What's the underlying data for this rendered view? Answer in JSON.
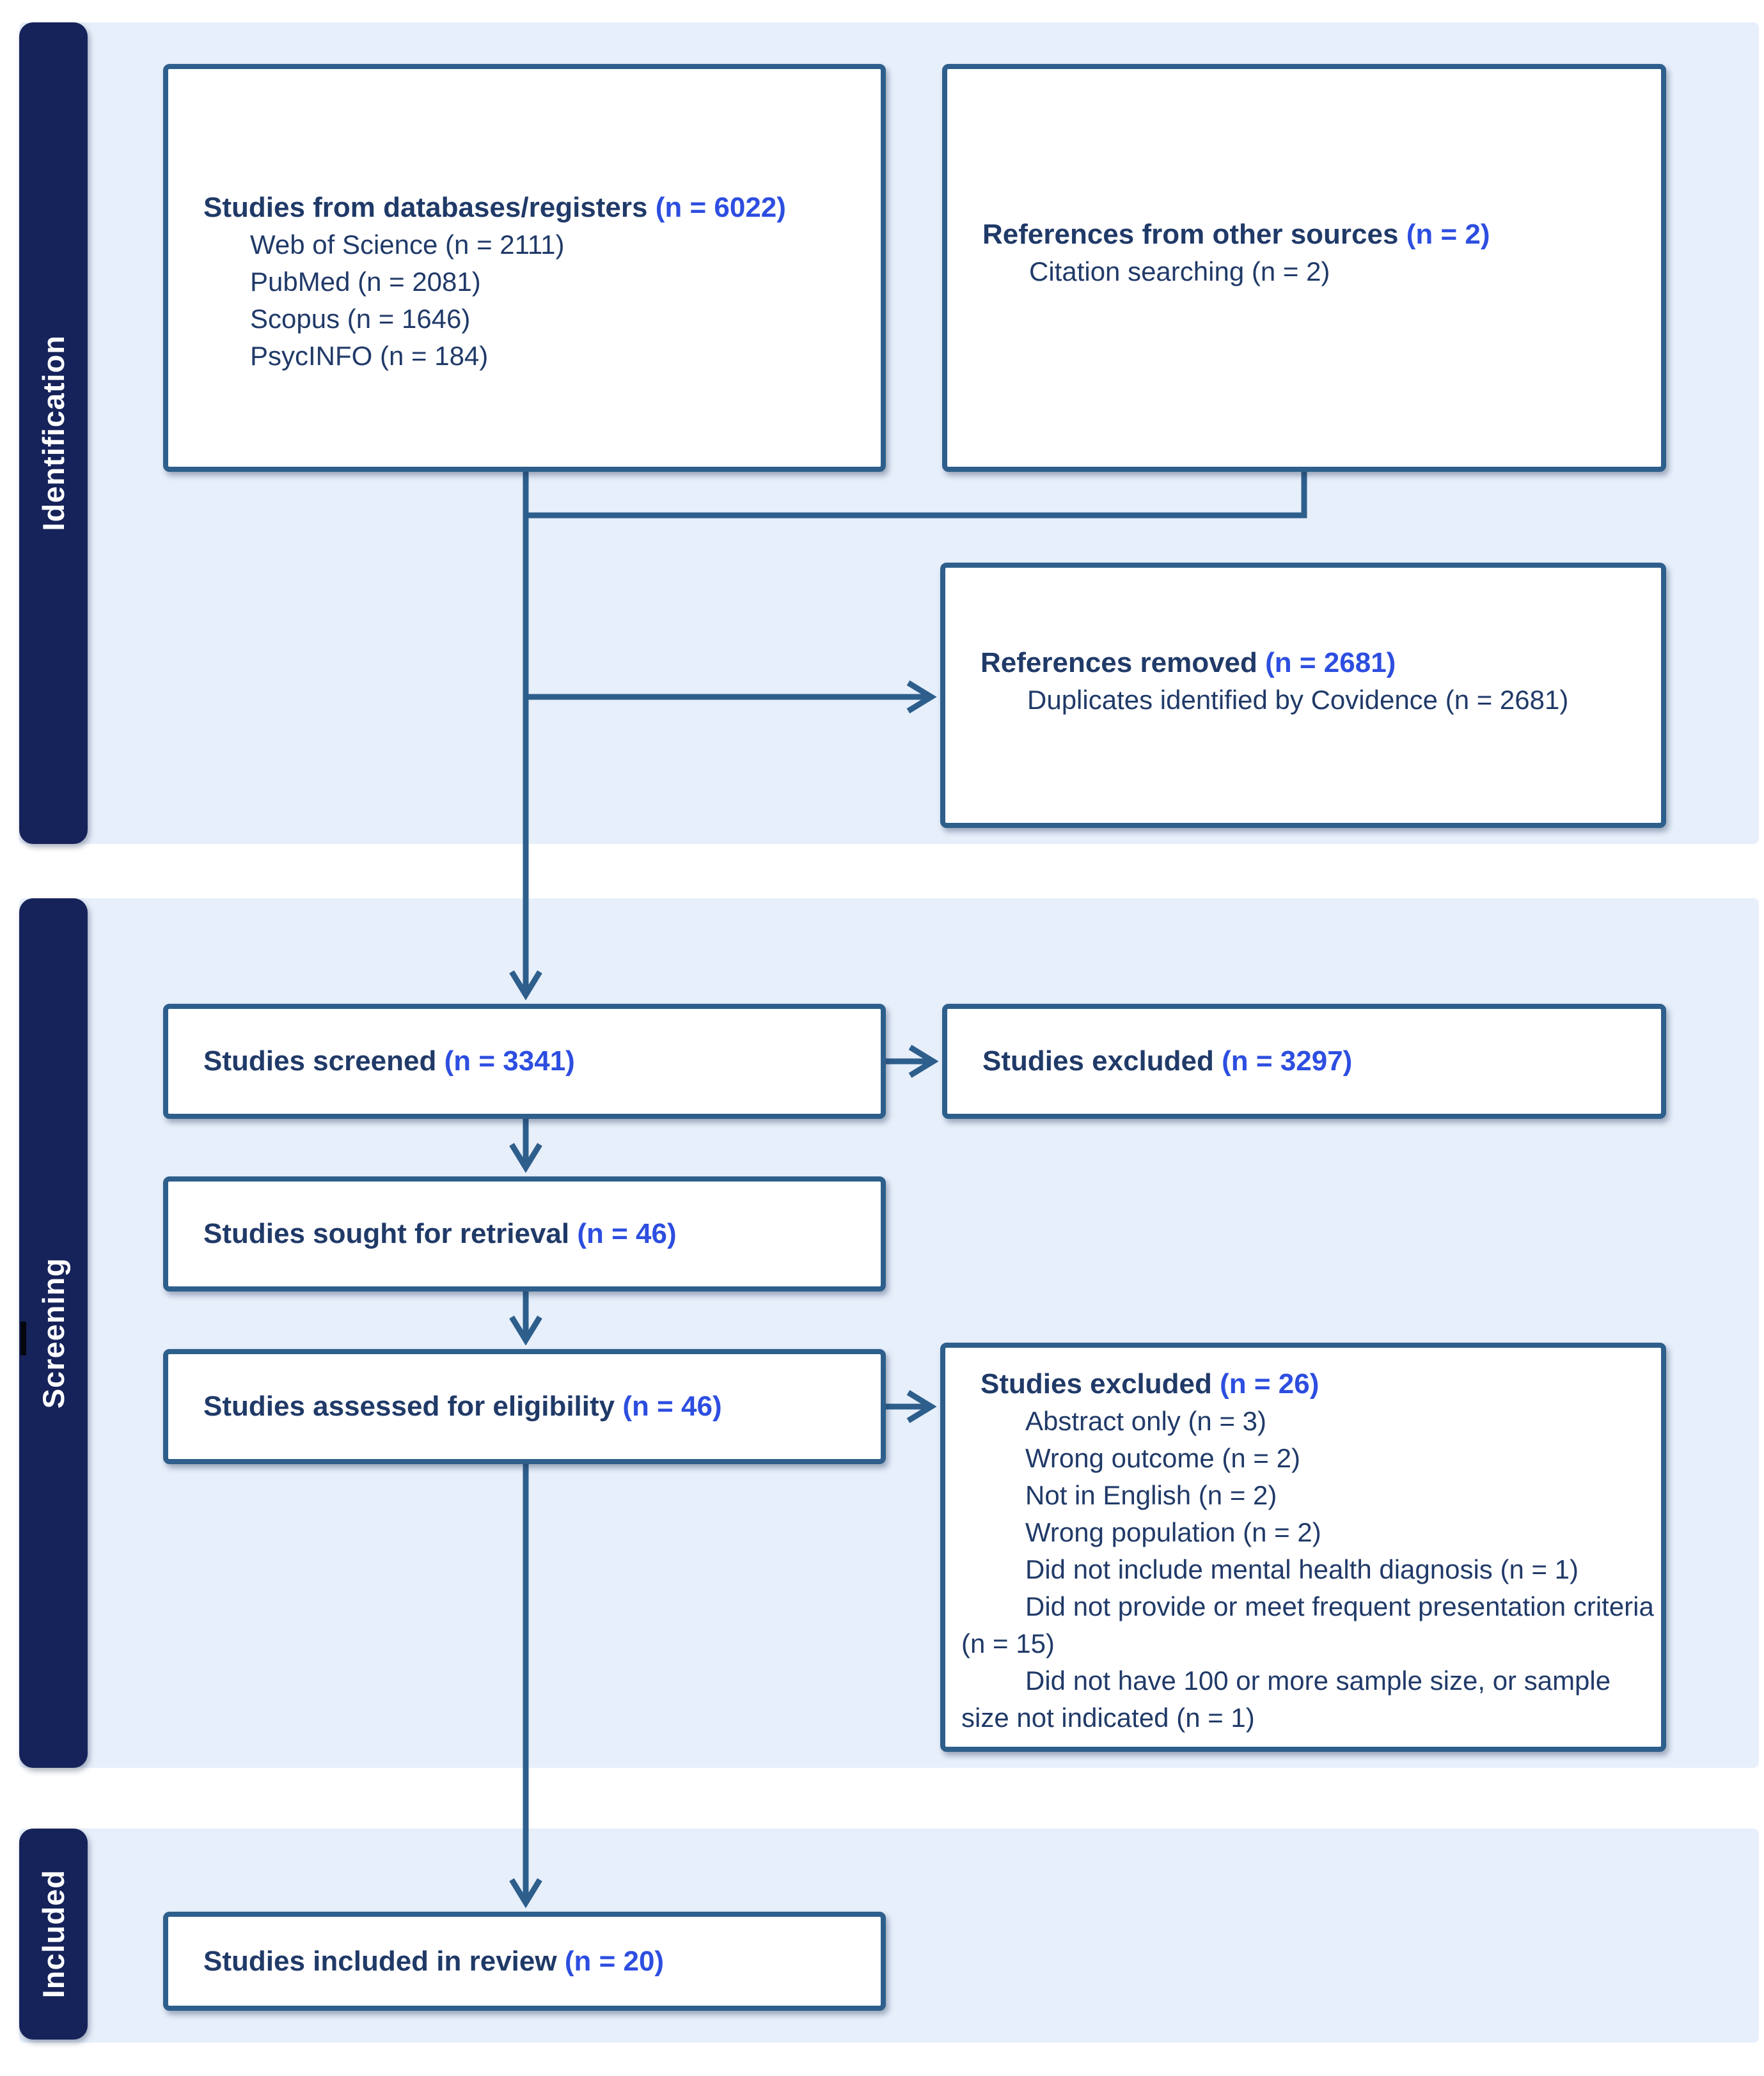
{
  "sections": [
    {
      "label": "Identification"
    },
    {
      "label": "Screening"
    },
    {
      "label": "Included"
    }
  ],
  "boxes": {
    "databases": {
      "title": "Studies from databases/registers",
      "n": "(n = 6022)",
      "items": [
        "Web of Science (n = 2111)",
        "PubMed (n = 2081)",
        "Scopus (n = 1646)",
        "PsycINFO (n = 184)"
      ]
    },
    "other_sources": {
      "title": "References from other sources",
      "n": "(n = 2)",
      "items": [
        "Citation searching (n = 2)"
      ]
    },
    "removed": {
      "title": "References removed",
      "n": "(n = 2681)",
      "items": [
        "Duplicates identified by Covidence (n = 2681)"
      ]
    },
    "screened": {
      "title": "Studies screened",
      "n": "(n = 3341)"
    },
    "excluded_screening": {
      "title": "Studies excluded",
      "n": "(n = 3297)"
    },
    "sought": {
      "title": "Studies sought for retrieval",
      "n": "(n = 46)"
    },
    "assessed": {
      "title": "Studies assessed for eligibility",
      "n": "(n = 46)"
    },
    "excluded_eligibility": {
      "title": "Studies excluded",
      "n": "(n = 26)",
      "items": [
        "Abstract only (n = 3)",
        "Wrong outcome (n = 2)",
        "Not in English (n = 2)",
        "Wrong population (n = 2)",
        "Did not include mental health diagnosis (n = 1)",
        "Did not provide or meet frequent presentation criteria (n = 15)",
        "Did not have 100 or more sample size, or sample size not indicated (n = 1)"
      ]
    },
    "included": {
      "title": "Studies included in review",
      "n": "(n = 20)"
    }
  },
  "colors": {
    "band_background": "#e7effb",
    "sidebar_background": "#16235a",
    "box_border": "#2e5f8c",
    "connector": "#2e5f8c",
    "text_navy": "#203a68",
    "accent_blue": "#2d4ee0"
  }
}
